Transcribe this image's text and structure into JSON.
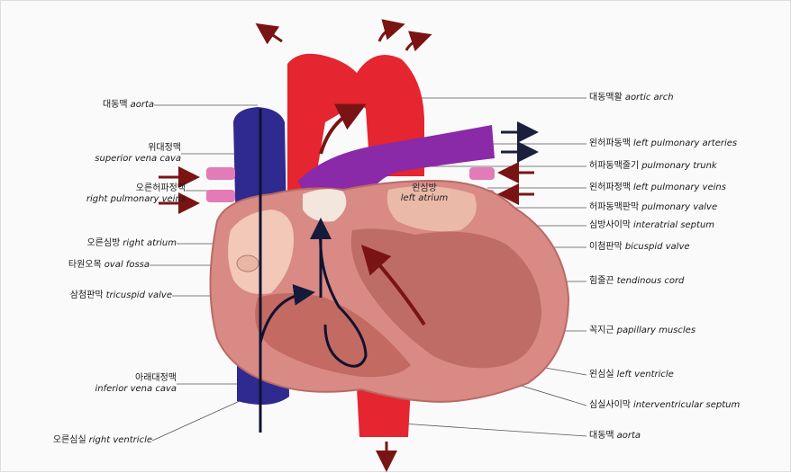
{
  "colors": {
    "aorta": "#e5252f",
    "vena_cava": "#2e2a8f",
    "pulmonary_artery": "#8a2aa8",
    "pulmonary_vein": "#e27bb7",
    "myocardium": "#d98a84",
    "flow_arrow": "#7a1414",
    "out_arrow": "#1b1e3d"
  },
  "labels_left": [
    {
      "ko": "대동맥",
      "en": "aorta"
    },
    {
      "ko": "위대정맥",
      "en": "superior vena cava"
    },
    {
      "ko": "오른허파정맥",
      "en": "right pulmonary veins"
    },
    {
      "ko": "오른심방",
      "en": "right atrium"
    },
    {
      "ko": "타원오목",
      "en": "oval fossa"
    },
    {
      "ko": "삼첨판막",
      "en": "tricuspid valve"
    },
    {
      "ko": "아래대정맥",
      "en": "inferior vena cava"
    },
    {
      "ko": "오른심실",
      "en": "right ventricle"
    }
  ],
  "labels_right": [
    {
      "ko": "대동맥활",
      "en": "aortic arch"
    },
    {
      "ko": "왼허파동맥",
      "en": "left pulmonary arteries"
    },
    {
      "ko": "허파동맥줄기",
      "en": "pulmonary trunk"
    },
    {
      "ko": "왼허파정맥",
      "en": "left pulmonary veins"
    },
    {
      "ko": "허파동맥판막",
      "en": "pulmonary valve"
    },
    {
      "ko": "심방사이막",
      "en": "interatrial septum"
    },
    {
      "ko": "이첨판막",
      "en": "bicuspid valve"
    },
    {
      "ko": "힘줄끈",
      "en": "tendinous cord"
    },
    {
      "ko": "꼭지근",
      "en": "papillary muscles"
    },
    {
      "ko": "왼심실",
      "en": "left ventricle"
    },
    {
      "ko": "심실사이막",
      "en": "interventricular septum"
    },
    {
      "ko": "대동맥",
      "en": "aorta"
    }
  ],
  "inner_label": {
    "ko": "왼심방",
    "en": "left atrium"
  }
}
